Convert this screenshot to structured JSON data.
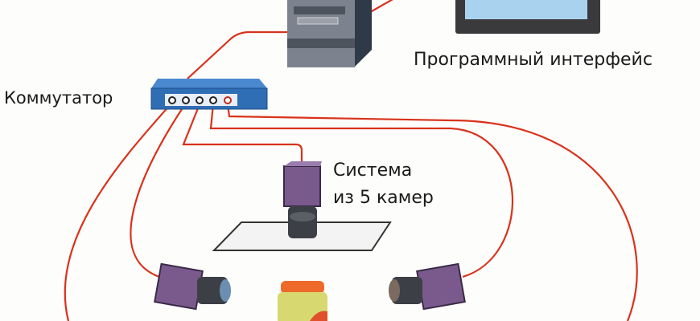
{
  "labels": {
    "switch": "Коммутатор",
    "software": "Программный интерфейс",
    "camera_system_line1": "Система",
    "camera_system_line2": "из 5 камер"
  },
  "colors": {
    "cable": "#d9321c",
    "camera_body": "#7a5a8c",
    "switch": "#2f6db5",
    "pc": "#6d7480"
  }
}
